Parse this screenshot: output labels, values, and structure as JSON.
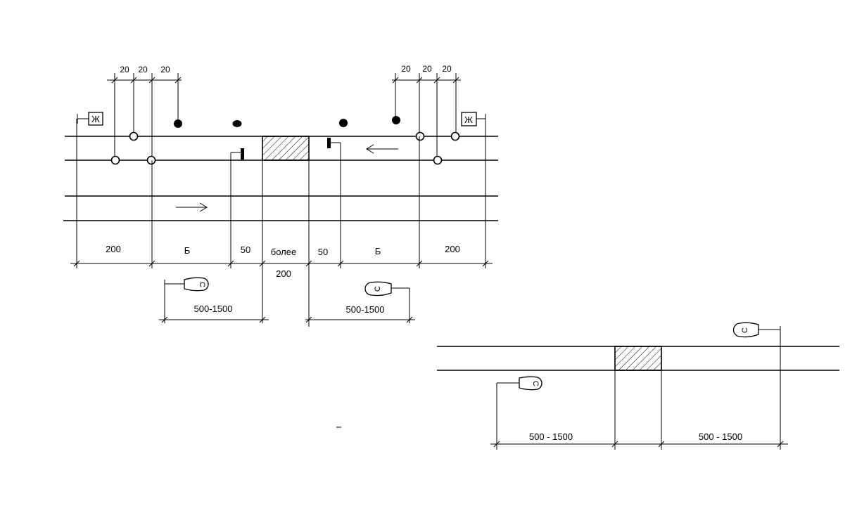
{
  "top_dims": {
    "left": [
      "20",
      "20",
      "20"
    ],
    "right": [
      "20",
      "20",
      "20"
    ]
  },
  "bottom_dims": [
    "200",
    "Б",
    "50",
    "более",
    "50",
    "Б",
    "200"
  ],
  "bottom_dim_sub": "200",
  "sign_letter": "Ж",
  "signal_letter": "С",
  "range_top_left": "500-1500",
  "range_top_right": "500-1500",
  "range_bottom_left": "500 - 1500",
  "range_bottom_right": "500 - 1500"
}
